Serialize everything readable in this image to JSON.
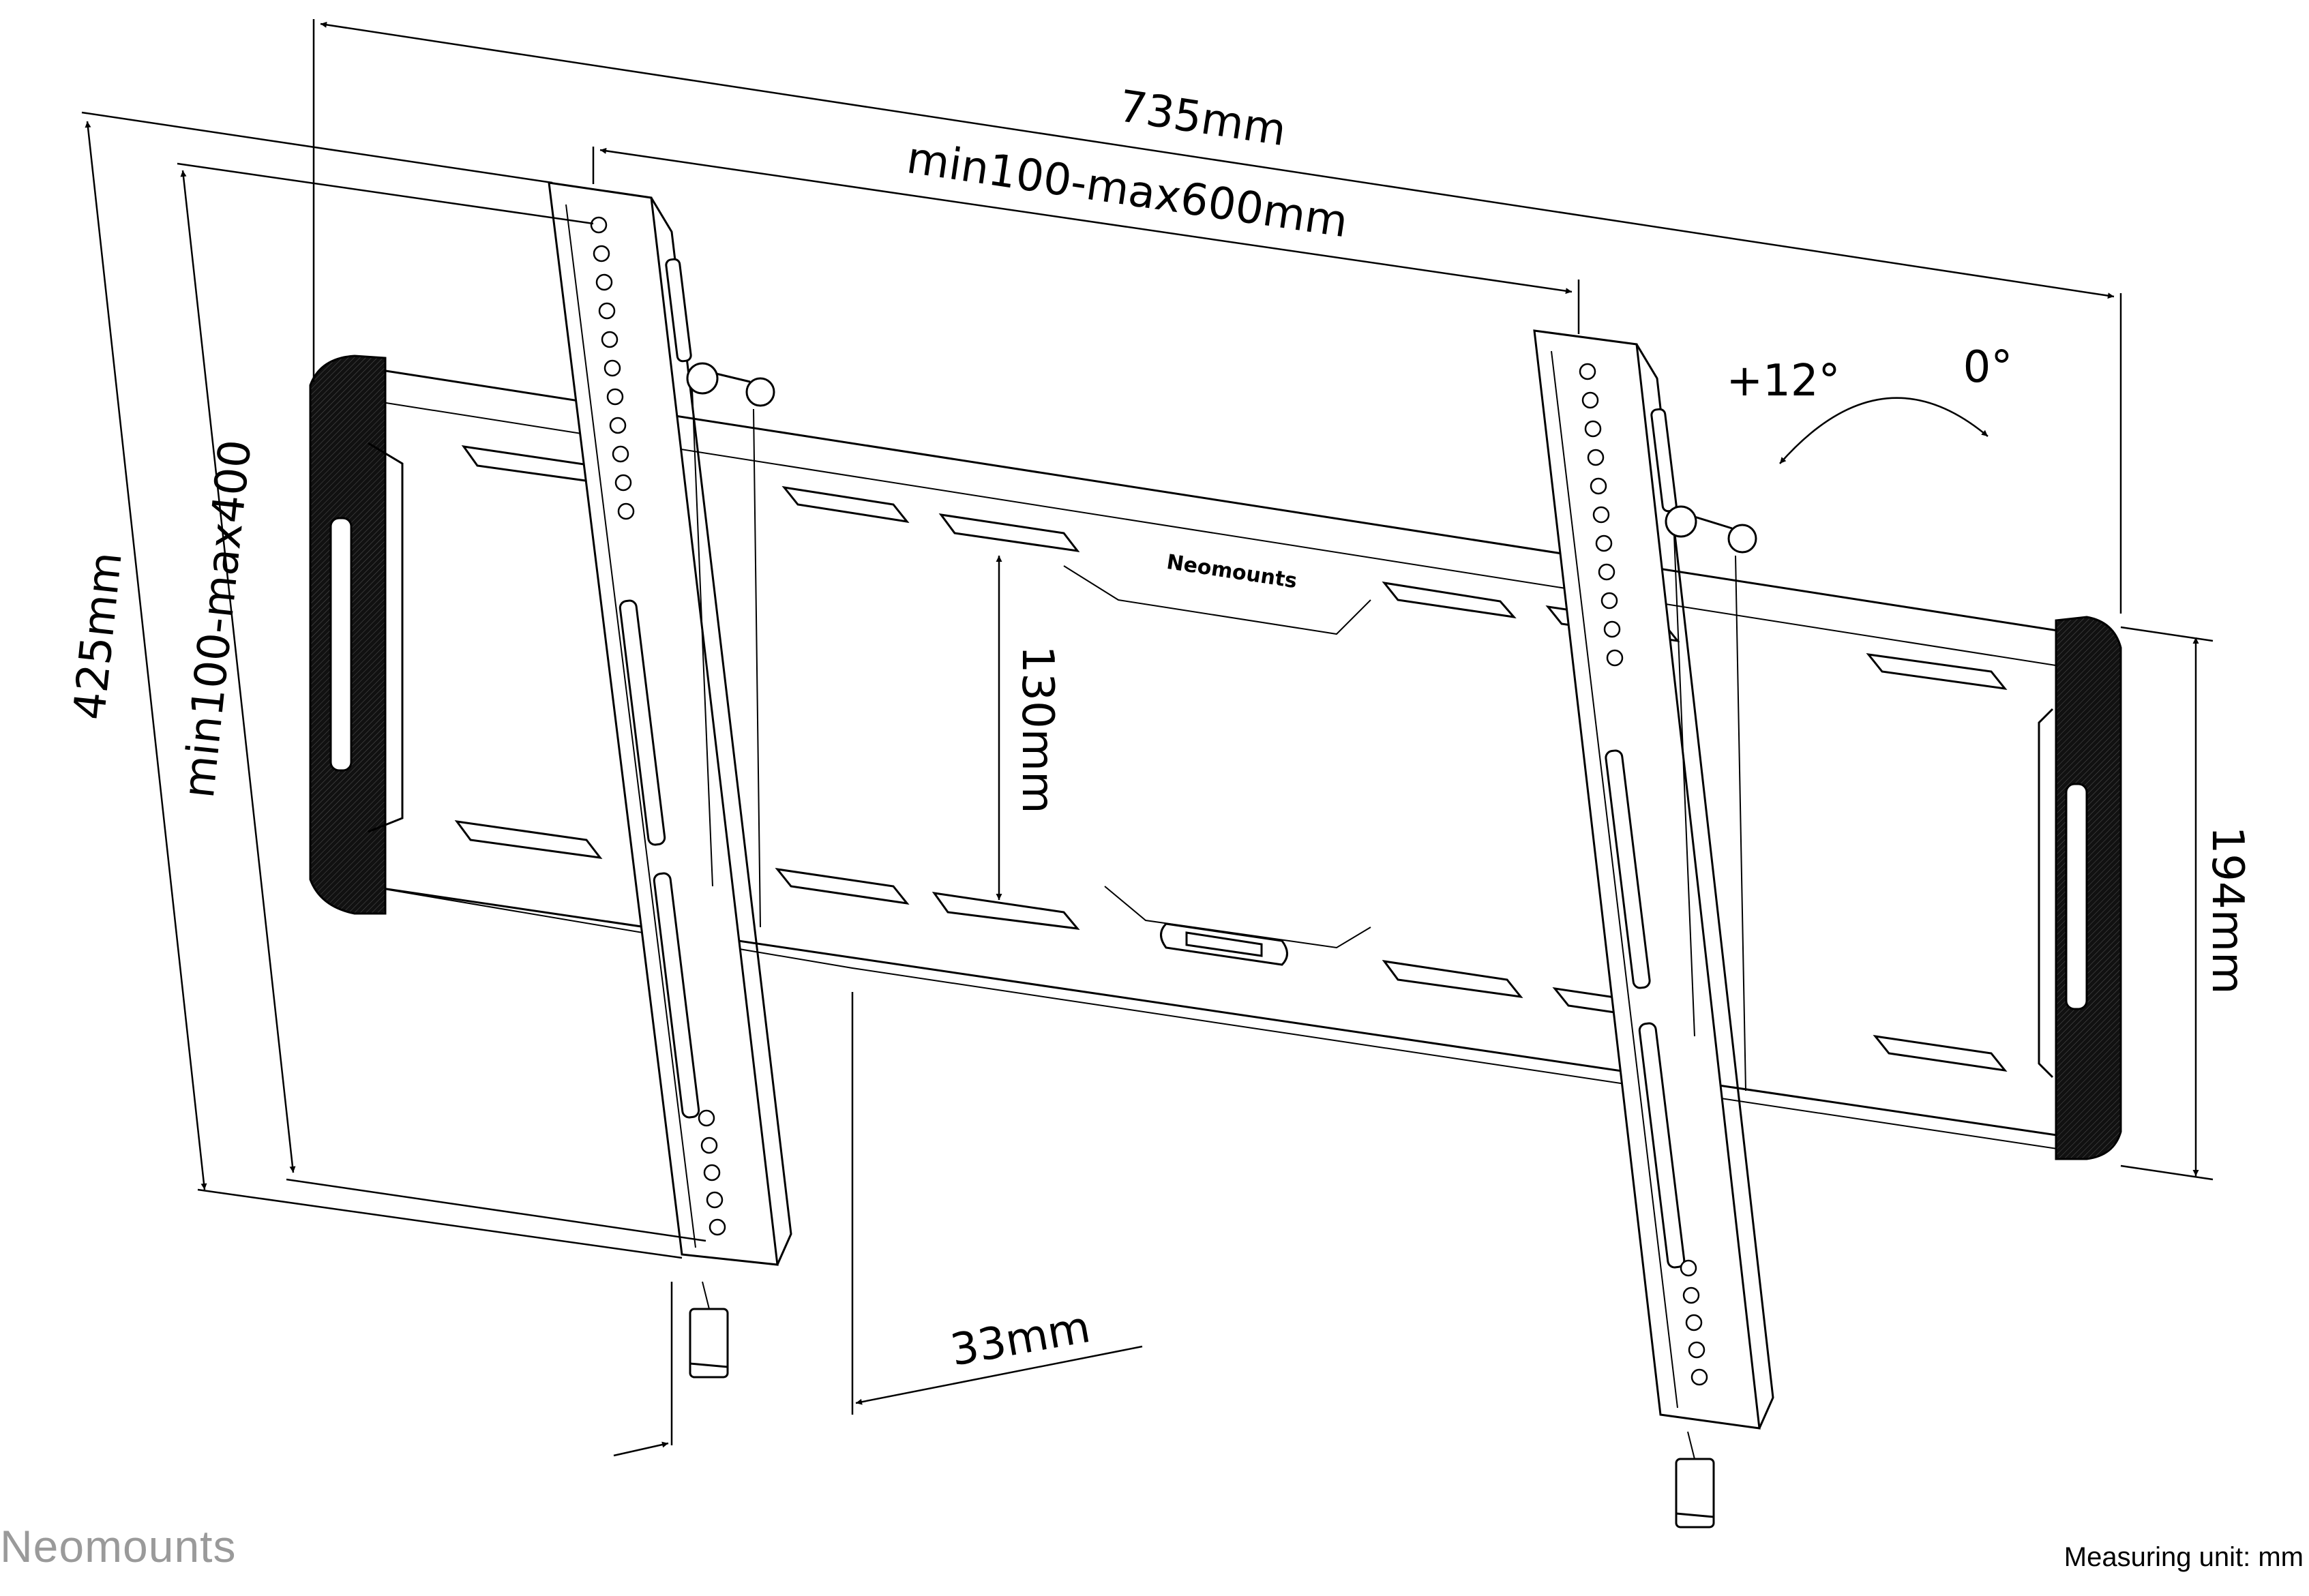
{
  "dimensions": {
    "total_width": "735mm",
    "vesa_width": "min100-max600mm",
    "total_height": "425mm",
    "vesa_height": "min100-max400",
    "rail_spacing": "130mm",
    "plate_height": "194mm",
    "wall_distance": "33mm"
  },
  "tilt": {
    "forward": "+12°",
    "neutral": "0°"
  },
  "product": {
    "engraving": "Neomounts"
  },
  "footer": {
    "brand": "Neomounts",
    "unit_note": "Measuring unit: mm"
  }
}
